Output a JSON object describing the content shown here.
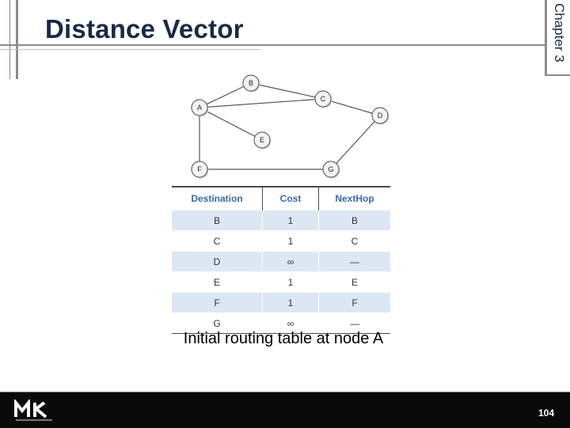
{
  "slide": {
    "title": "Distance Vector",
    "chapter": "Chapter 3",
    "caption": "Initial routing table at node A",
    "page_number": "104"
  },
  "graph": {
    "nodes": [
      {
        "id": "B",
        "label": "B"
      },
      {
        "id": "C",
        "label": "C"
      },
      {
        "id": "A",
        "label": "A"
      },
      {
        "id": "D",
        "label": "D"
      },
      {
        "id": "E",
        "label": "E"
      },
      {
        "id": "F",
        "label": "F"
      },
      {
        "id": "G",
        "label": "G"
      }
    ],
    "edges": [
      [
        "A",
        "B"
      ],
      [
        "A",
        "C"
      ],
      [
        "B",
        "C"
      ],
      [
        "A",
        "E"
      ],
      [
        "A",
        "F"
      ],
      [
        "C",
        "D"
      ],
      [
        "D",
        "G"
      ],
      [
        "F",
        "G"
      ]
    ]
  },
  "routing_table": {
    "headers": [
      "Destination",
      "Cost",
      "NextHop"
    ],
    "rows": [
      [
        "B",
        "1",
        "B"
      ],
      [
        "C",
        "1",
        "C"
      ],
      [
        "D",
        "∞",
        "—"
      ],
      [
        "E",
        "1",
        "E"
      ],
      [
        "F",
        "1",
        "F"
      ],
      [
        "G",
        "∞",
        "—"
      ]
    ]
  },
  "colors": {
    "title": "#1a2a44",
    "table_header_text": "#3a67a8",
    "row_stripe": "#dde6f3",
    "footer_bg": "#0a0a0a"
  }
}
